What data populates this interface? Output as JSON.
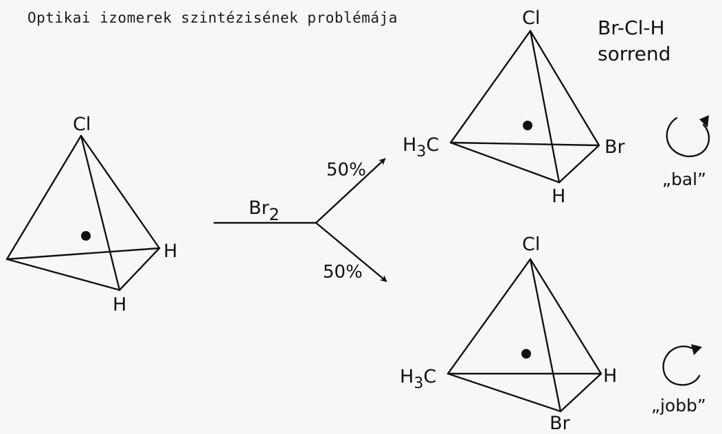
{
  "title": "Optikai izomerek szintézisének problémája",
  "rule": {
    "line1": "Br-Cl-H",
    "line2": "sorrend"
  },
  "reagent": {
    "main": "Br",
    "subscript": "2"
  },
  "yield_top": "50%",
  "yield_bottom": "50%",
  "reactant": {
    "top": "Cl",
    "right": "H",
    "bottom": "H"
  },
  "product_left": {
    "top": "Cl",
    "left_main": "H",
    "left_sub": "3",
    "left_tail": "C",
    "right": "Br",
    "bottom": "H",
    "rotation_label": "„bal”"
  },
  "product_right": {
    "top": "Cl",
    "left_main": "H",
    "left_sub": "3",
    "left_tail": "C",
    "right": "H",
    "bottom": "Br",
    "rotation_label": "„jobb”"
  }
}
